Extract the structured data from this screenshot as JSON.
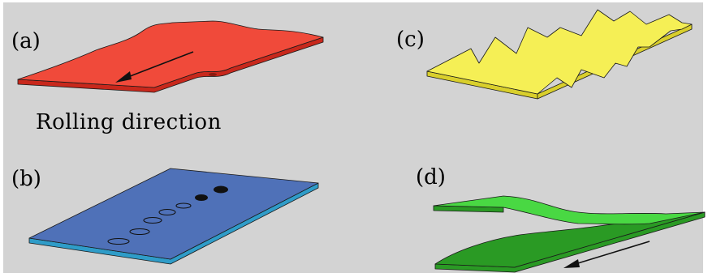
{
  "colors": {
    "background": "#d3d3d3",
    "frame": "#ffffff",
    "red_top": "#f04a3a",
    "red_side": "#c8281c",
    "blue_top": "#4f71b8",
    "blue_side": "#2f9cc8",
    "yellow_top": "#f5ef55",
    "yellow_side": "#d9cf2c",
    "green_top": "#49d843",
    "green_side": "#2a9a24",
    "outline": "#1a1a1a"
  },
  "panels": {
    "a": {
      "label": "(a)",
      "caption": "Rolling direction"
    },
    "b": {
      "label": "(b)"
    },
    "c": {
      "label": "(c)"
    },
    "d": {
      "label": "(d)"
    }
  }
}
